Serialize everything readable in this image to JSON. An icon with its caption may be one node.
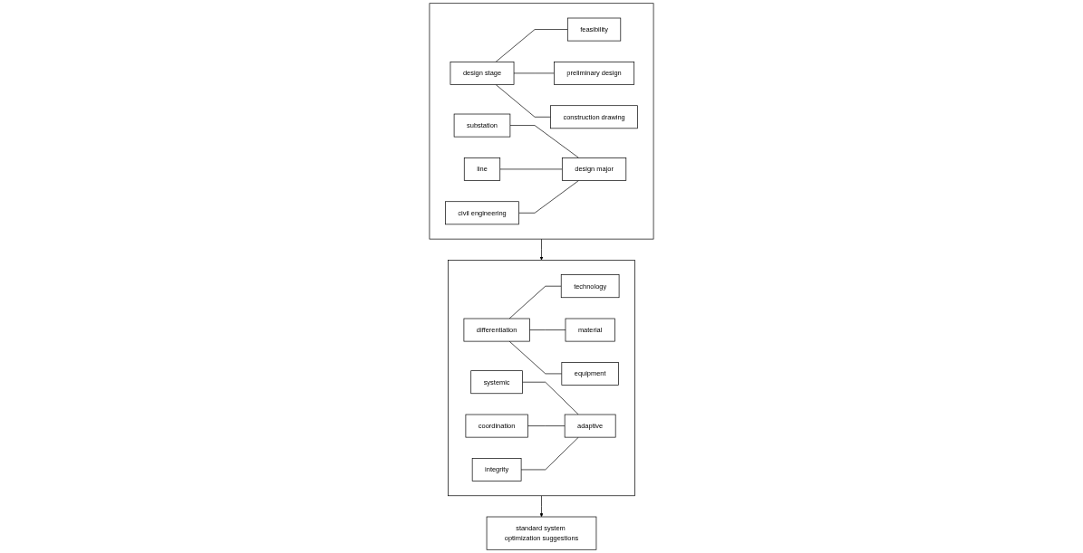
{
  "diagram": {
    "nodes": [
      {
        "text": [],
        "shape": "box"
      },
      {
        "text": [
          "design stage"
        ],
        "in": 0
      },
      {
        "text": [
          "feasibility"
        ],
        "in": 0
      },
      {
        "text": [
          "preliminary design"
        ],
        "in": 0
      },
      {
        "text": [
          "construction drawing"
        ],
        "in": 0
      },
      {
        "text": [
          "substation"
        ],
        "in": 0
      },
      {
        "text": [
          "line"
        ],
        "in": 0
      },
      {
        "text": [
          "civil engineering"
        ],
        "in": 0
      },
      {
        "text": [
          "design major"
        ],
        "in": 0
      },
      {
        "text": [],
        "shape": "box"
      },
      {
        "text": [
          "differentiation"
        ],
        "in": 9
      },
      {
        "text": [
          "technology"
        ],
        "in": 9
      },
      {
        "text": [
          "material"
        ],
        "in": 9
      },
      {
        "text": [
          "equipment"
        ],
        "in": 9
      },
      {
        "text": [
          "systemic"
        ],
        "in": 9
      },
      {
        "text": [
          "coordination"
        ],
        "in": 9
      },
      {
        "text": [
          "integrity"
        ],
        "in": 9
      },
      {
        "text": [
          "adaptive"
        ],
        "in": 9
      },
      {
        "text": [
          "standard system optimization suggestions"
        ]
      }
    ],
    "edges": [
      {
        "from": 1,
        "to": 2,
        "arrow": "none"
      },
      {
        "from": 1,
        "to": 3,
        "arrow": "none"
      },
      {
        "from": 1,
        "to": 4,
        "arrow": "none"
      },
      {
        "from": 5,
        "to": 8,
        "arrow": "none"
      },
      {
        "from": 6,
        "to": 8,
        "arrow": "none"
      },
      {
        "from": 7,
        "to": 8,
        "arrow": "none"
      },
      {
        "from": 0,
        "to": 9,
        "arrow": "to"
      },
      {
        "from": 10,
        "to": 11,
        "arrow": "none"
      },
      {
        "from": 10,
        "to": 12,
        "arrow": "none"
      },
      {
        "from": 10,
        "to": 13,
        "arrow": "none"
      },
      {
        "from": 14,
        "to": 17,
        "arrow": "none"
      },
      {
        "from": 15,
        "to": 17,
        "arrow": "none"
      },
      {
        "from": 16,
        "to": 17,
        "arrow": "none"
      },
      {
        "from": 9,
        "to": 18,
        "arrow": "to"
      }
    ]
  }
}
